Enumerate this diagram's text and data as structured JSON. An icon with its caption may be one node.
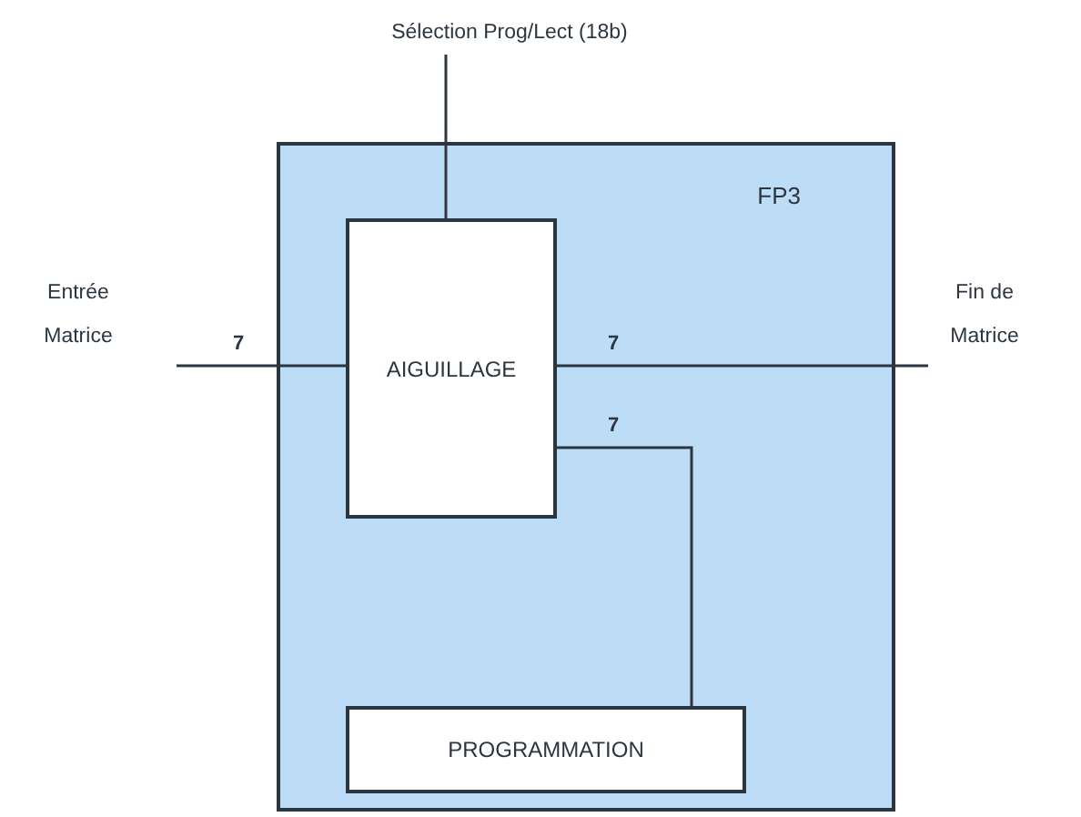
{
  "diagram": {
    "nodes": [
      {
        "text": [
          "FP3"
        ]
      },
      {
        "text": [
          "AIGUILLAGE"
        ],
        "in": 0
      },
      {
        "text": [
          "PROGRAMMATION"
        ],
        "in": 0
      },
      {
        "text": [
          "Sélection Prog/Lect (18b)"
        ]
      },
      {
        "text": [
          "Entrée Matrice"
        ]
      },
      {
        "text": [
          "Fin de Matrice"
        ]
      }
    ],
    "edges": [
      {
        "from": 3,
        "to": 1,
        "arrow": "none"
      },
      {
        "from": 1,
        "to": 4,
        "arrow": "none",
        "label": "7"
      },
      {
        "from": 1,
        "to": 5,
        "arrow": "none",
        "label": "7"
      },
      {
        "from": 1,
        "to": 2,
        "arrow": "none",
        "label": "7"
      }
    ]
  }
}
